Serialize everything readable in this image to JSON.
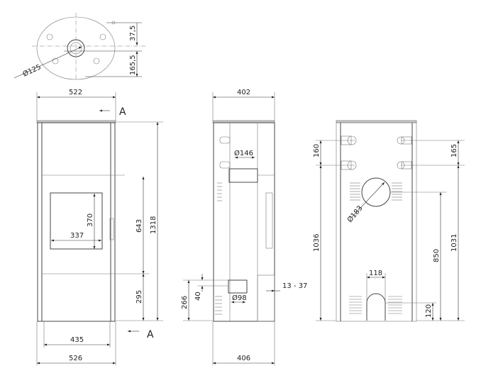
{
  "top_view": {
    "dim_diameter": "Ø125",
    "dim_offset": "37,5",
    "dim_depth": "165,5"
  },
  "front_view": {
    "width_top": "522",
    "width_bottom": "526",
    "width_base": "435",
    "window_height": "370",
    "window_width": "337",
    "door_height": "643",
    "lower_height": "295",
    "total_height": "1318",
    "section_label": "A"
  },
  "side_view": {
    "width_top": "402",
    "width_bottom": "406",
    "flue_diameter": "Ø146",
    "air_diameter": "Ø98",
    "air_height": "266",
    "air_size": "40",
    "adjust_range": "13 - 37"
  },
  "back_view": {
    "pipe_spacing_left": "160",
    "pipe_spacing_right": "165",
    "height_left": "1036",
    "height_right": "1031",
    "flue_height": "850",
    "flue_diameter": "Ø183",
    "opening_width": "118",
    "opening_height": "120"
  }
}
